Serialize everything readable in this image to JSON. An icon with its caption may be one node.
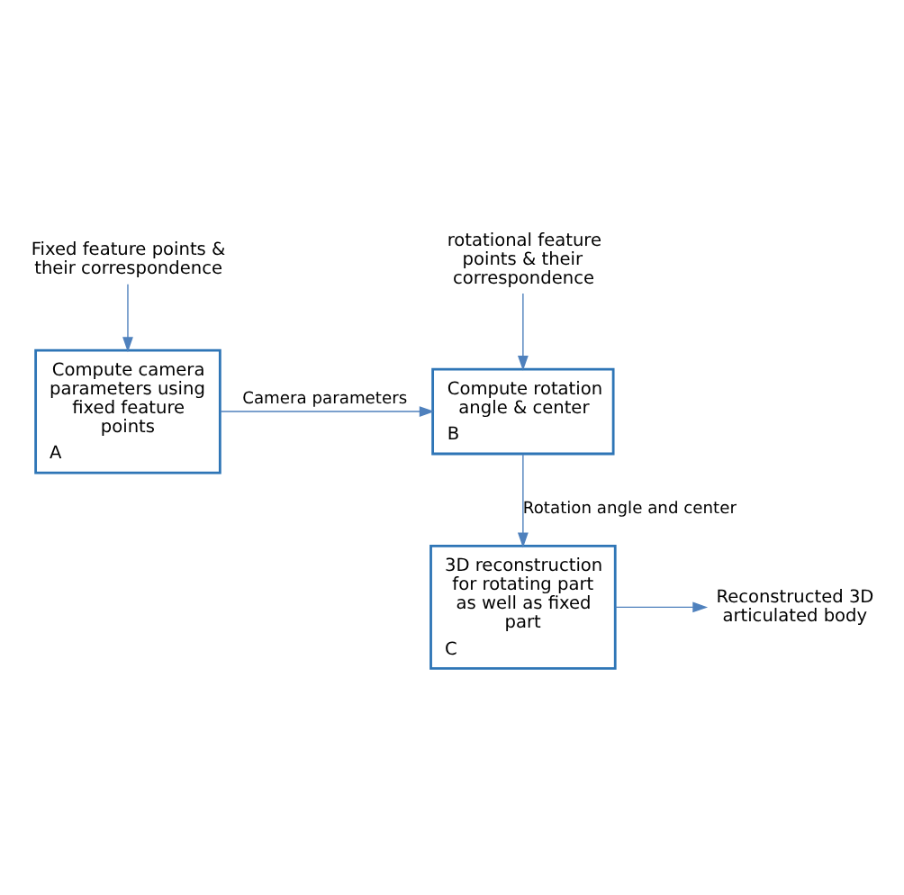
{
  "diagram": {
    "nodes": [
      {
        "text": [
          "Fixed feature points & their correspondence"
        ]
      },
      {
        "text": [
          "rotational feature points & their correspondence"
        ]
      },
      {
        "text": [
          "Compute camera parameters using fixed feature points",
          "A"
        ]
      },
      {
        "text": [
          "Compute rotation angle & center",
          "B"
        ]
      },
      {
        "text": [
          "3D reconstruction for rotating part as well as fixed part",
          "C"
        ]
      },
      {
        "text": [
          "Reconstructed 3D articulated body"
        ]
      }
    ],
    "edges": [
      {
        "from": 0,
        "to": 2,
        "arrow": "to"
      },
      {
        "from": 1,
        "to": 3,
        "arrow": "to"
      },
      {
        "from": 2,
        "to": 3,
        "arrow": "to",
        "label": "Camera parameters"
      },
      {
        "from": 3,
        "to": 4,
        "arrow": "to",
        "label": "Rotation angle and center"
      },
      {
        "from": 4,
        "to": 5,
        "arrow": "to"
      }
    ]
  }
}
